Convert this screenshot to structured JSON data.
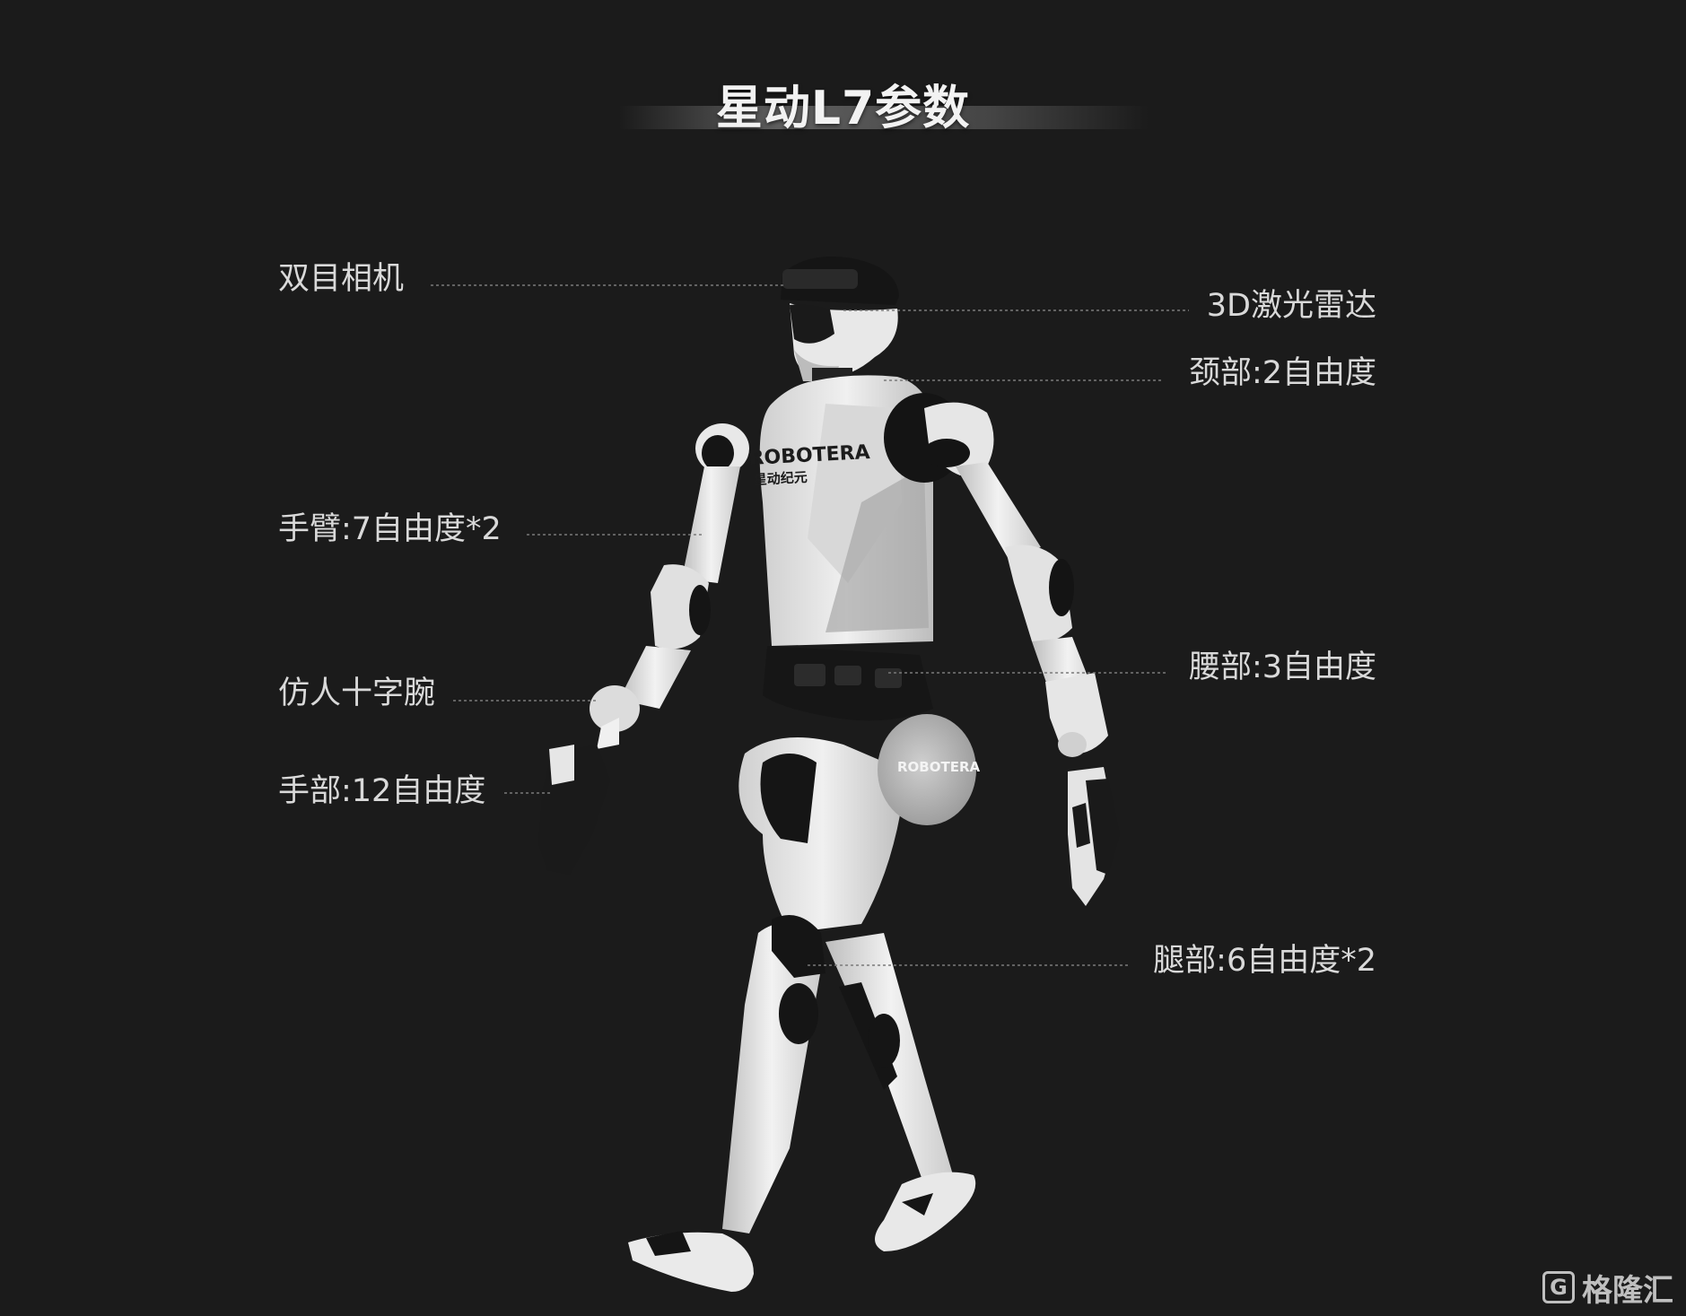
{
  "title": "星动L7参数",
  "labels": {
    "stereo_camera": "双目相机",
    "lidar": "3D激光雷达",
    "neck": "颈部:2自由度",
    "arm": "手臂:7自由度*2",
    "wrist": "仿人十字腕",
    "waist": "腰部:3自由度",
    "hand": "手部:12自由度",
    "leg": "腿部:6自由度*2"
  },
  "robot_branding": {
    "chest_logo": "ROBOTERA",
    "chest_cn": "星动纪元",
    "hip_logo": "ROBOTERA"
  },
  "watermark": {
    "logo_letter": "G",
    "text": "格隆汇"
  },
  "colors": {
    "background": "#1b1b1b",
    "robot_white": "#e6e6e6",
    "robot_black": "#111111",
    "leader_line": "#7a7a7a"
  }
}
